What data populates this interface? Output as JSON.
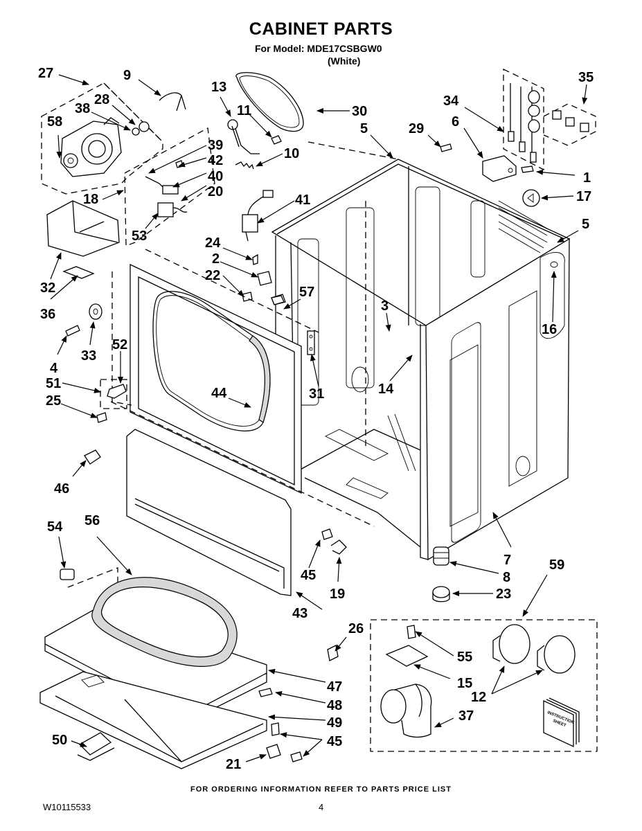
{
  "header": {
    "title": "CABINET PARTS",
    "model_line": "For Model: MDE17CSBGW0",
    "color_line": "(White)"
  },
  "footer": {
    "ordering_note": "FOR ORDERING INFORMATION REFER TO PARTS PRICE LIST",
    "document_number": "W10115533",
    "page_number": "4"
  },
  "callouts": {
    "c27": "27",
    "c9": "9",
    "c28": "28",
    "c38": "38",
    "c58": "58",
    "c13": "13",
    "c11": "11",
    "c30": "30",
    "c10": "10",
    "c5a": "5",
    "c29": "29",
    "c6": "6",
    "c34": "34",
    "c35": "35",
    "c1": "1",
    "c17": "17",
    "c5b": "5",
    "c39": "39",
    "c42": "42",
    "c40": "40",
    "c20": "20",
    "c18": "18",
    "c53": "53",
    "c41": "41",
    "c24": "24",
    "c2": "2",
    "c22": "22",
    "c32": "32",
    "c36": "36",
    "c57": "57",
    "c3": "3",
    "c16": "16",
    "c33": "33",
    "c4": "4",
    "c52": "52",
    "c51": "51",
    "c31": "31",
    "c14": "14",
    "c25": "25",
    "c44": "44",
    "c46": "46",
    "c7": "7",
    "c54": "54",
    "c56": "56",
    "c59": "59",
    "c8": "8",
    "c45a": "45",
    "c19": "19",
    "c23": "23",
    "c43": "43",
    "c26": "26",
    "c55": "55",
    "c47": "47",
    "c15": "15",
    "c12": "12",
    "c48": "48",
    "c37": "37",
    "c49": "49",
    "c50": "50",
    "c45b": "45",
    "c21": "21"
  },
  "instruction_sheet": {
    "line1": "INSTRUCTION",
    "line2": "SHEET"
  }
}
